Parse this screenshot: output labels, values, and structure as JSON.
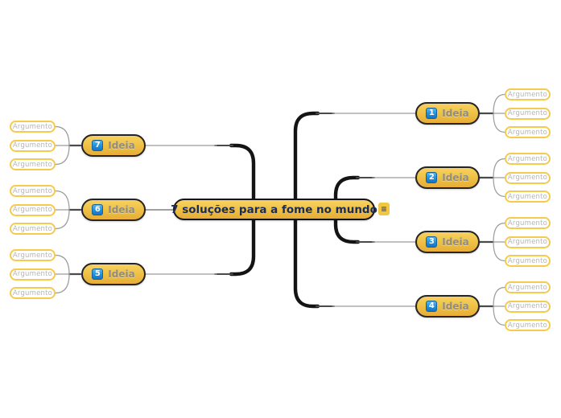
{
  "root": {
    "label": "7 soluções para a fome no mundo",
    "menu_icon": "hamburger-icon"
  },
  "branches": [
    {
      "number": "1",
      "label": "Ideia",
      "side": "right",
      "arguments": [
        "Argumento",
        "Argumento",
        "Argumento"
      ]
    },
    {
      "number": "2",
      "label": "Ideia",
      "side": "right",
      "arguments": [
        "Argumento",
        "Argumento",
        "Argumento"
      ]
    },
    {
      "number": "3",
      "label": "Ideia",
      "side": "right",
      "arguments": [
        "Argumento",
        "Argumento",
        "Argumento"
      ]
    },
    {
      "number": "4",
      "label": "Ideia",
      "side": "right",
      "arguments": [
        "Argumento",
        "Argumento",
        "Argumento"
      ]
    },
    {
      "number": "7",
      "label": "Ideia",
      "side": "left",
      "arguments": [
        "Argumento",
        "Argumento",
        "Argumento"
      ]
    },
    {
      "number": "6",
      "label": "Ideia",
      "side": "left",
      "arguments": [
        "Argumento",
        "Argumento",
        "Argumento"
      ]
    },
    {
      "number": "5",
      "label": "Ideia",
      "side": "left",
      "arguments": [
        "Argumento",
        "Argumento",
        "Argumento"
      ]
    }
  ],
  "colors": {
    "topic_fill_top": "#f7d160",
    "topic_fill_bottom": "#e6ad37",
    "topic_border": "#242424",
    "badge_blue": "#2492de",
    "root_text": "#1b2c55",
    "idea_text": "#8d8d85",
    "argument_border": "#f6ca4d",
    "argument_text": "#b5b5b5",
    "connector_thick": "#141414",
    "connector_mid": "#4a4a4a",
    "connector_thin": "#9b9b9b"
  }
}
